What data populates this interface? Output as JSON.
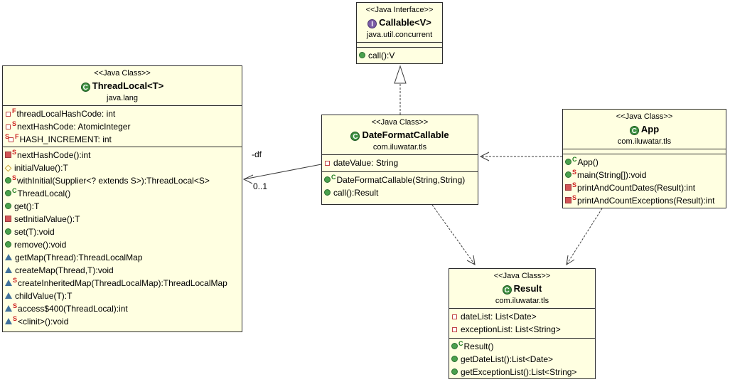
{
  "colors": {
    "box-fill": "#ffffe1",
    "border": "#2b2b2b",
    "class-icon": "#3f9142",
    "interface-icon": "#7b5ca6",
    "public": "#4aa14d",
    "private": "#d25456",
    "protected": "#c9a33a",
    "package": "#41719c",
    "field": "#c04343",
    "static-letter": "#cc2222",
    "ctor-letter": "#1e7a1e"
  },
  "classes": {
    "callable": {
      "stereotype": "<<Java Interface>>",
      "icon_letter": "I",
      "name": "Callable<V>",
      "package": "java.util.concurrent",
      "fields": [],
      "methods": [
        {
          "vis": "public",
          "pre": "",
          "post": "",
          "text": "call():V"
        }
      ]
    },
    "threadlocal": {
      "stereotype": "<<Java Class>>",
      "icon_letter": "C",
      "name": "ThreadLocal<T>",
      "package": "java.lang",
      "fields": [
        {
          "vis": "field",
          "pre": "",
          "post": "F",
          "text": "threadLocalHashCode: int"
        },
        {
          "vis": "field",
          "pre": "",
          "post": "S",
          "text": "nextHashCode: AtomicInteger"
        },
        {
          "vis": "field",
          "pre": "S",
          "post": "F",
          "text": "HASH_INCREMENT: int"
        }
      ],
      "methods": [
        {
          "vis": "private",
          "pre": "",
          "post": "S",
          "text": "nextHashCode():int"
        },
        {
          "vis": "protected",
          "pre": "",
          "post": "",
          "text": "initialValue():T"
        },
        {
          "vis": "public",
          "pre": "",
          "post": "S",
          "text": "withInitial(Supplier<? extends S>):ThreadLocal<S>"
        },
        {
          "vis": "public",
          "pre": "",
          "post": "C",
          "text": "ThreadLocal()"
        },
        {
          "vis": "public",
          "pre": "",
          "post": "",
          "text": "get():T"
        },
        {
          "vis": "private",
          "pre": "",
          "post": "",
          "text": "setInitialValue():T"
        },
        {
          "vis": "public",
          "pre": "",
          "post": "",
          "text": "set(T):void"
        },
        {
          "vis": "public",
          "pre": "",
          "post": "",
          "text": "remove():void"
        },
        {
          "vis": "package",
          "pre": "",
          "post": "",
          "text": "getMap(Thread):ThreadLocalMap"
        },
        {
          "vis": "package",
          "pre": "",
          "post": "",
          "text": "createMap(Thread,T):void"
        },
        {
          "vis": "package",
          "pre": "",
          "post": "S",
          "text": "createInheritedMap(ThreadLocalMap):ThreadLocalMap"
        },
        {
          "vis": "package",
          "pre": "",
          "post": "",
          "text": "childValue(T):T"
        },
        {
          "vis": "package",
          "pre": "",
          "post": "S",
          "text": "access$400(ThreadLocal):int"
        },
        {
          "vis": "package",
          "pre": "",
          "post": "S",
          "text": "<clinit>():void"
        }
      ]
    },
    "dfc": {
      "stereotype": "<<Java Class>>",
      "icon_letter": "C",
      "name": "DateFormatCallable",
      "package": "com.iluwatar.tls",
      "fields": [
        {
          "vis": "field",
          "pre": "",
          "post": "",
          "text": "dateValue: String"
        }
      ],
      "methods": [
        {
          "vis": "public",
          "pre": "",
          "post": "C",
          "text": "DateFormatCallable(String,String)"
        },
        {
          "vis": "public",
          "pre": "",
          "post": "",
          "text": "call():Result"
        }
      ]
    },
    "app": {
      "stereotype": "<<Java Class>>",
      "icon_letter": "C",
      "name": "App",
      "package": "com.iluwatar.tls",
      "fields": [],
      "methods": [
        {
          "vis": "public",
          "pre": "",
          "post": "C",
          "text": "App()"
        },
        {
          "vis": "public",
          "pre": "",
          "post": "S",
          "text": "main(String[]):void"
        },
        {
          "vis": "private",
          "pre": "",
          "post": "S",
          "text": "printAndCountDates(Result):int"
        },
        {
          "vis": "private",
          "pre": "",
          "post": "S",
          "text": "printAndCountExceptions(Result):int"
        }
      ]
    },
    "result": {
      "stereotype": "<<Java Class>>",
      "icon_letter": "C",
      "name": "Result",
      "package": "com.iluwatar.tls",
      "fields": [
        {
          "vis": "field",
          "pre": "",
          "post": "",
          "text": "dateList: List<Date>"
        },
        {
          "vis": "field",
          "pre": "",
          "post": "",
          "text": "exceptionList: List<String>"
        }
      ],
      "methods": [
        {
          "vis": "public",
          "pre": "",
          "post": "C",
          "text": "Result()"
        },
        {
          "vis": "public",
          "pre": "",
          "post": "",
          "text": "getDateList():List<Date>"
        },
        {
          "vis": "public",
          "pre": "",
          "post": "",
          "text": "getExceptionList():List<String>"
        }
      ]
    }
  },
  "connectors": {
    "association_role": "-df",
    "association_multiplicity": "0..1"
  }
}
